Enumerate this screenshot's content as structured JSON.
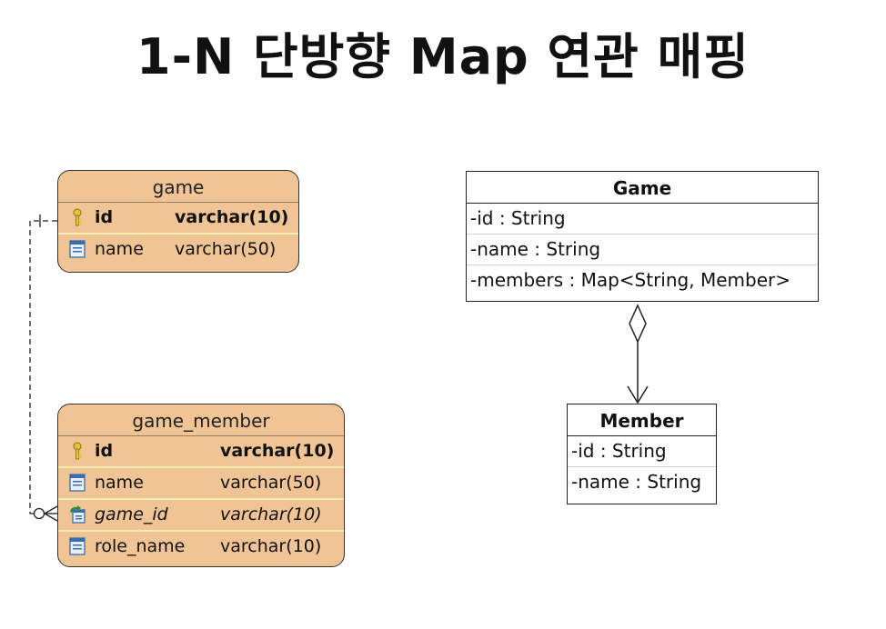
{
  "title": "1-N 단방향 Map 연관 매핑",
  "erd": {
    "game": {
      "name": "game",
      "columns": [
        {
          "name": "id",
          "type": "varchar(10)",
          "kind": "primary-key"
        },
        {
          "name": "name",
          "type": "varchar(50)",
          "kind": "column"
        }
      ]
    },
    "game_member": {
      "name": "game_member",
      "columns": [
        {
          "name": "id",
          "type": "varchar(10)",
          "kind": "primary-key"
        },
        {
          "name": "name",
          "type": "varchar(50)",
          "kind": "column"
        },
        {
          "name": "game_id",
          "type": "varchar(10)",
          "kind": "foreign-key"
        },
        {
          "name": "role_name",
          "type": "varchar(10)",
          "kind": "column"
        }
      ]
    }
  },
  "uml": {
    "game": {
      "name": "Game",
      "attributes": [
        "-id : String",
        "-name : String",
        "-members : Map<String, Member>"
      ]
    },
    "member": {
      "name": "Member",
      "attributes": [
        "-id : String",
        "-name : String"
      ]
    }
  },
  "colors": {
    "table_fill": "#f0c495",
    "row_separator": "#f4eeb0",
    "line": "#222222"
  }
}
